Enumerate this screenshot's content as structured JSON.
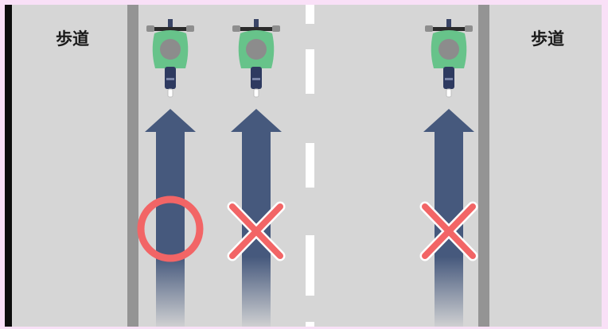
{
  "sidewalk_left": {
    "label": "歩道"
  },
  "sidewalk_right": {
    "label": "歩道"
  },
  "lanes": [
    {
      "position": "left-edge",
      "mark": "circle",
      "meaning": "correct"
    },
    {
      "position": "center-left",
      "mark": "cross",
      "meaning": "incorrect"
    },
    {
      "position": "right-edge",
      "mark": "cross",
      "meaning": "incorrect"
    }
  ],
  "colors": {
    "road": "#d6d6d6",
    "curb": "#949494",
    "arrow": "#46597d",
    "mark": "#f26566",
    "rider_jacket": "#67c38a",
    "helmet": "#8c8c8c"
  }
}
